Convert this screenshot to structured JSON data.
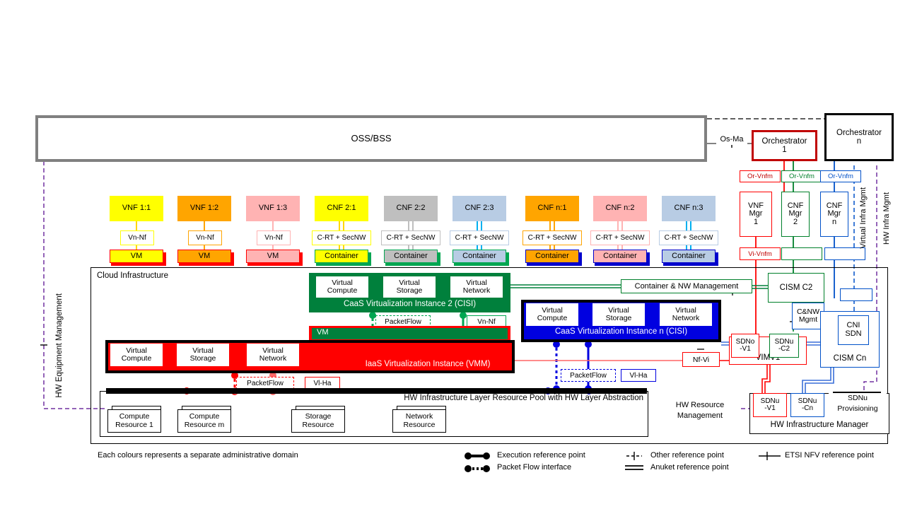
{
  "diagram": {
    "title": "OSS/BSS",
    "footnote": "Each colours represents a separate administrative domain",
    "cloud_infrastructure_label": "Cloud Infrastructure",
    "hw_pool_label": "HW Infrastructure Layer Resource Pool with HW Layer Abstraction"
  },
  "oss": {
    "label": "OSS/BSS"
  },
  "orchestrators": [
    {
      "label_line1": "Orchestrator",
      "label_line2": "1",
      "color": "#c00000"
    },
    {
      "label_line1": "Orchestrator",
      "label_line2": "n",
      "color": "#000000"
    }
  ],
  "os_ma": {
    "label": "Os-Ma"
  },
  "managers": [
    {
      "l1": "VNF",
      "l2": "Mgr",
      "l3": "1",
      "color": "#ff0000",
      "ref": "Or-Vnfm",
      "lower_ref": "Vi-Vnfm"
    },
    {
      "l1": "CNF",
      "l2": "Mgr",
      "l3": "2",
      "color": "#00802b",
      "ref": "Or-Vnfm",
      "lower_ref": ""
    },
    {
      "l1": "CNF",
      "l2": "Mgr",
      "l3": "n",
      "color": "#0050c8",
      "ref": "Or-Vnfm",
      "lower_ref": ""
    }
  ],
  "vertical_labels": [
    {
      "text": "HW Equipment Management",
      "color": "#7030a0"
    },
    {
      "text": "Virtual Infra Mgmt",
      "color": "#0050c8"
    },
    {
      "text": "HW Infra Mgmt",
      "color": "#7030a0"
    }
  ],
  "functions": [
    {
      "name": "VNF 1:1",
      "fill": "#ffff00",
      "border": "#ffff00",
      "ref": "Vn-Nf",
      "base": "VM",
      "base_fill": "#ffff00",
      "base_shadow": "#ff0000",
      "line": "#ffd700"
    },
    {
      "name": "VNF 1:2",
      "fill": "#ffa500",
      "border": "#ffa500",
      "ref": "Vn-Nf",
      "base": "VM",
      "base_fill": "#ffa500",
      "base_shadow": "#ff0000",
      "line": "#ffa500"
    },
    {
      "name": "VNF 1:3",
      "fill": "#ffb3b3",
      "border": "#ffb3b3",
      "ref": "Vn-Nf",
      "base": "VM",
      "base_fill": "#ffb3b3",
      "base_shadow": "#ff0000",
      "line": "#ffb3b3"
    },
    {
      "name": "CNF 2:1",
      "fill": "#ffff00",
      "border": "#ffff00",
      "ref": "C-RT + SecNW",
      "base": "Container",
      "base_fill": "#ffff00",
      "base_shadow": "#00a651",
      "line": "#ffd700"
    },
    {
      "name": "CNF 2:2",
      "fill": "#bfbfbf",
      "border": "#bfbfbf",
      "ref": "C-RT + SecNW",
      "base": "Container",
      "base_fill": "#bfbfbf",
      "base_shadow": "#00a651",
      "line": "#bfbfbf"
    },
    {
      "name": "CNF 2:3",
      "fill": "#b8cce4",
      "border": "#b8cce4",
      "ref": "C-RT + SecNW",
      "base": "Container",
      "base_fill": "#b8cce4",
      "base_shadow": "#00a651",
      "line": "#00b0f0"
    },
    {
      "name": "CNF n:1",
      "fill": "#ffa500",
      "border": "#ffa500",
      "ref": "C-RT + SecNW",
      "base": "Container",
      "base_fill": "#ffa500",
      "base_shadow": "#0000cc",
      "line": "#ffa500"
    },
    {
      "name": "CNF n:2",
      "fill": "#ffb3b3",
      "border": "#ffb3b3",
      "ref": "C-RT + SecNW",
      "base": "Container",
      "base_fill": "#ffb3b3",
      "base_shadow": "#0000cc",
      "line": "#ffb3b3"
    },
    {
      "name": "CNF n:3",
      "fill": "#b8cce4",
      "border": "#b8cce4",
      "ref": "C-RT + SecNW",
      "base": "Container",
      "base_fill": "#b8cce4",
      "base_shadow": "#0000cc",
      "line": "#00b0f0"
    }
  ],
  "cisi2": {
    "title": "CaaS Virtualization Instance 2 (CISI)",
    "color": "#00803c",
    "resources": [
      {
        "l1": "Virtual",
        "l2": "Compute"
      },
      {
        "l1": "Virtual",
        "l2": "Storage"
      },
      {
        "l1": "Virtual",
        "l2": "Network"
      }
    ],
    "vm_label": "VM",
    "packetflow": "PacketFlow",
    "vnnf": "Vn-Nf"
  },
  "cisin": {
    "title": "CaaS Virtualization Instance n (CISI)",
    "color": "#0000e0",
    "resources": [
      {
        "l1": "Virtual",
        "l2": "Compute"
      },
      {
        "l1": "Virtual",
        "l2": "Storage"
      },
      {
        "l1": "Virtual",
        "l2": "Network"
      }
    ],
    "packetflow": "PacketFlow",
    "vlha": "Vl-Ha"
  },
  "vmm": {
    "title": "IaaS Virtualization Instance (VMM)",
    "color": "#ff0000",
    "resources": [
      {
        "l1": "Virtual",
        "l2": "Compute"
      },
      {
        "l1": "Virtual",
        "l2": "Storage"
      },
      {
        "l1": "Virtual",
        "l2": "Network"
      }
    ],
    "packetflow": "PacketFlow",
    "vlha": "Vl-Ha"
  },
  "hw_pool": {
    "label": "HW Infrastructure Layer Resource Pool with HW Layer Abstraction",
    "resources": [
      {
        "l1": "Compute",
        "l2": "Resource 1"
      },
      {
        "l1": "Compute",
        "l2": "Resource m"
      },
      {
        "l1": "Storage",
        "l2": "Resource"
      },
      {
        "l1": "Network",
        "l2": "Resource"
      }
    ]
  },
  "management": {
    "container_nw_management": "Container & NW Management",
    "cism_c2": "CISM C2",
    "cism_cn": "CISM Cn",
    "cni_sdn_l1": "CNI",
    "cni_sdn_l2": "SDN",
    "cnw_mgmt_l1": "C&NW",
    "cnw_mgmt_l2": "Mgmt",
    "nf_vi": "Nf-Vi",
    "vim_v1": "VIMV1",
    "sdno_v1_l1": "SDNo",
    "sdno_v1_l2": "-V1",
    "sdnu_c2_l1": "SDNu",
    "sdnu_c2_l2": "-C2",
    "hw_resource_management_l1": "HW Resource",
    "hw_resource_management_l2": "Management",
    "hw_infrastructure_manager": "HW Infrastructure Manager",
    "sdnu_v1_l1": "SDNu",
    "sdnu_v1_l2": "-V1",
    "sdnu_cn_l1": "SDNu",
    "sdnu_cn_l2": "-Cn",
    "sdnu_prov_l1": "SDNu",
    "sdnu_prov_l2": "Provisioning"
  },
  "legend": {
    "note": "Each colours represents a separate administrative domain",
    "items": [
      {
        "label": "Execution reference point",
        "glyph": "execution-reference-point-icon"
      },
      {
        "label": "Packet Flow interface",
        "glyph": "packet-flow-interface-icon"
      },
      {
        "label": "Other reference point",
        "glyph": "other-reference-point-icon"
      },
      {
        "label": "Anuket reference point",
        "glyph": "anuket-reference-point-icon"
      },
      {
        "label": "ETSI NFV reference point",
        "glyph": "etsi-nfv-reference-point-icon"
      }
    ]
  }
}
